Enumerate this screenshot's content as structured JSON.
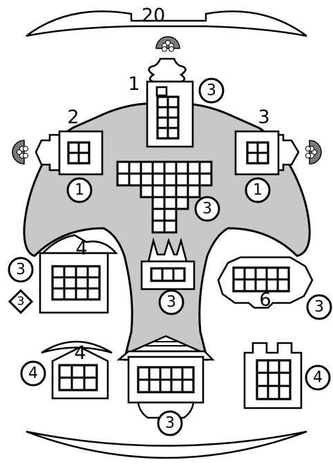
{
  "top_banner": {
    "number": "20"
  },
  "structures": {
    "top_tower": {
      "label": "1",
      "badge": "3"
    },
    "left_tower": {
      "label": "2",
      "badge": "1"
    },
    "right_tower": {
      "label": "3",
      "badge": "1"
    },
    "center_cross": {
      "badge": "3"
    },
    "lower_left": {
      "label": "4",
      "badge": "3",
      "diamond": "3"
    },
    "center_small": {
      "badge": "3"
    },
    "lower_right": {
      "label": "6",
      "badge": "3"
    },
    "bottom_left": {
      "label": "4",
      "badge": "4"
    },
    "bottom_center": {
      "badge": "3"
    },
    "bottom_right": {
      "badge": "4"
    }
  },
  "colors": {
    "ground": "#c8c8c8",
    "outline": "#000000",
    "fill": "#ffffff",
    "vent": "#7a7a7a"
  },
  "icons": [
    "flower-vent-icon",
    "flower-vent-icon",
    "flower-vent-icon"
  ]
}
